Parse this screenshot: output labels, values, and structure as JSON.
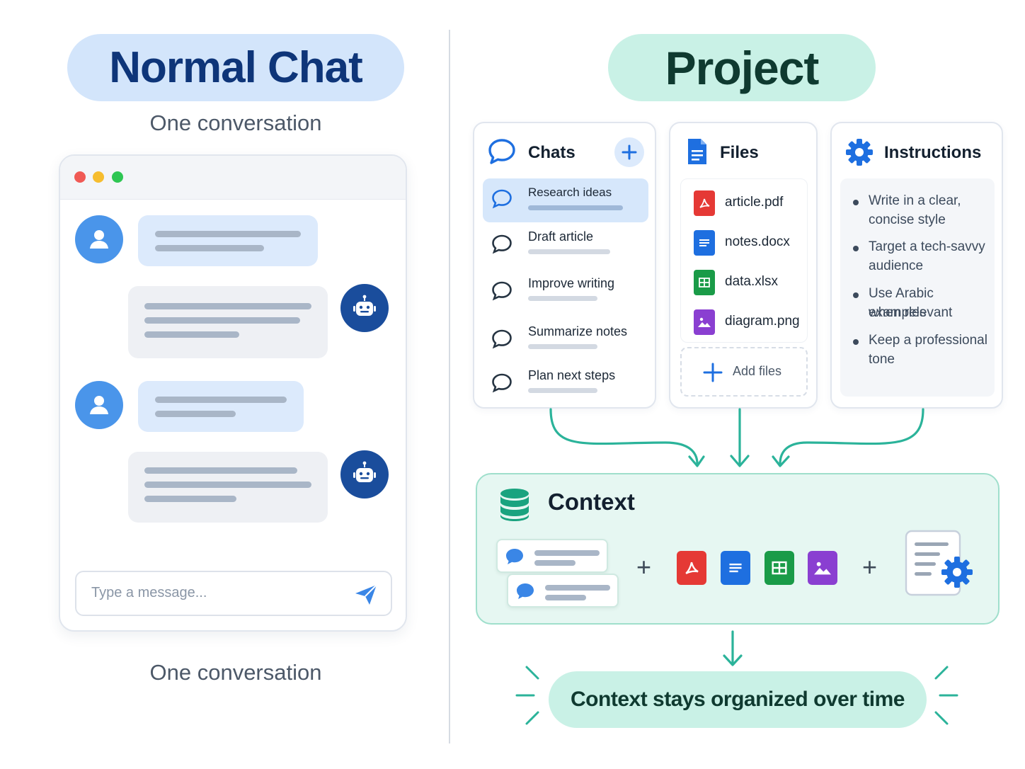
{
  "left": {
    "title": "Normal Chat",
    "subtitle_top": "One conversation",
    "subtitle_bottom": "One conversation",
    "input_placeholder": "Type a message..."
  },
  "right": {
    "title": "Project",
    "chats_panel": {
      "title": "Chats",
      "items": [
        {
          "label": "Research ideas",
          "active": true
        },
        {
          "label": "Draft article",
          "active": false
        },
        {
          "label": "Improve writing",
          "active": false
        },
        {
          "label": "Summarize notes",
          "active": false
        },
        {
          "label": "Plan next steps",
          "active": false
        }
      ]
    },
    "files_panel": {
      "title": "Files",
      "files": [
        {
          "name": "article.pdf",
          "icon": "pdf-icon"
        },
        {
          "name": "notes.docx",
          "icon": "doc-icon"
        },
        {
          "name": "data.xlsx",
          "icon": "sheet-icon"
        },
        {
          "name": "diagram.png",
          "icon": "image-icon"
        }
      ],
      "add_label": "Add files"
    },
    "instructions_panel": {
      "title": "Instructions",
      "items": [
        [
          "Write in a clear,",
          "concise style"
        ],
        [
          "Target a tech-savvy",
          "audience"
        ],
        [
          "Use Arabic examples",
          "when relevant"
        ],
        [
          "Keep a professional",
          "tone"
        ]
      ]
    },
    "context": {
      "title": "Context"
    },
    "result": "Context stays organized over time"
  },
  "colors": {
    "blue_pill": "#d3e5fb",
    "teal_pill": "#c9f1e6",
    "teal_arrow": "#2bb39a",
    "pdf": "#e53935",
    "doc": "#1e6fe0",
    "sheet": "#1a9b48",
    "image": "#8a3fd1"
  }
}
